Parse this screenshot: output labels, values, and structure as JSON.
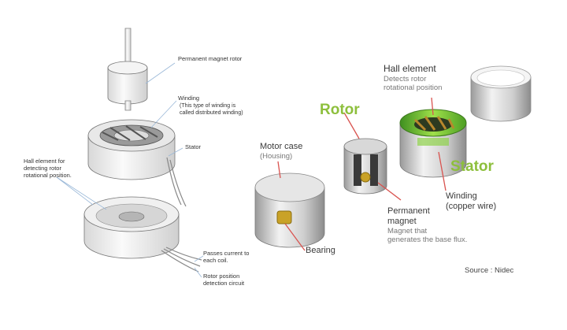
{
  "left_diagram": {
    "labels": {
      "rotor": "Permanent magnet rotor",
      "winding": "Winding",
      "winding_note_1": "(This type of winding is",
      "winding_note_2": "called distributed winding)",
      "stator": "Stator",
      "hall_1": "Hall element for",
      "hall_2": "detecting rotor",
      "hall_3": "rotational position.",
      "current_1": "Passes current to",
      "current_2": "each coil.",
      "detect_1": "Rotor position",
      "detect_2": "detection circuit"
    }
  },
  "right_diagram": {
    "labels": {
      "hall_title": "Hall element",
      "hall_desc_1": "Detects rotor",
      "hall_desc_2": "rotational position",
      "rotor": "Rotor",
      "motor_case": "Motor case",
      "housing": "(Housing)",
      "stator": "Stator",
      "winding_1": "Winding",
      "winding_2": "(copper wire)",
      "magnet_1": "Permanent",
      "magnet_2": "magnet",
      "magnet_desc_1": "Magnet that",
      "magnet_desc_2": "generates the base flux.",
      "bearing": "Bearing"
    },
    "source": "Source : Nidec",
    "accent_color": "#8dbf3c",
    "arrow_color": "#d9534f"
  }
}
